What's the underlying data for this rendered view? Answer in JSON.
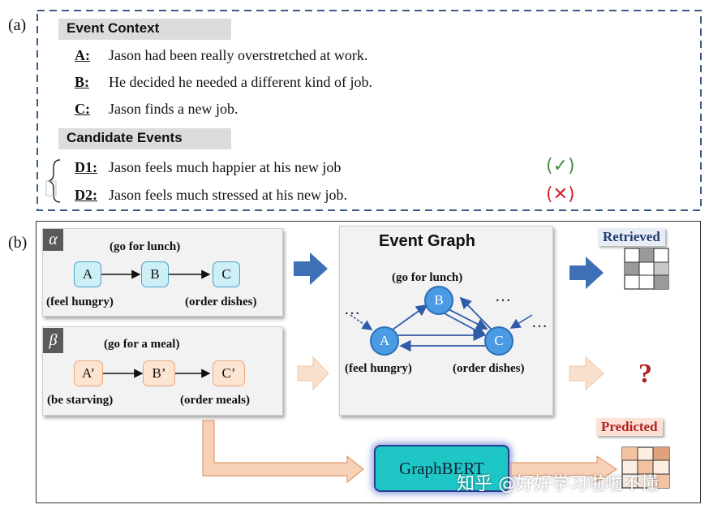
{
  "panel_a": {
    "label": "(a)",
    "context_header": "Event Context",
    "context": [
      {
        "id": "A:",
        "text": "Jason had been really overstretched at work."
      },
      {
        "id": "B:",
        "text": "He decided he needed a different kind of job."
      },
      {
        "id": "C:",
        "text": "Jason finds a new job."
      }
    ],
    "candidates_header": "Candidate Events",
    "candidates": [
      {
        "id": "D1:",
        "text": "Jason feels much happier at his new job",
        "mark": "(✓)"
      },
      {
        "id": "D2:",
        "text": "Jason feels much stressed at his new job.",
        "mark": "(✕)"
      }
    ]
  },
  "panel_b": {
    "label": "(b)",
    "alpha": {
      "symbol": "α",
      "nodes": [
        "A",
        "B",
        "C"
      ],
      "top_label": "(go for lunch)",
      "left_label": "(feel  hungry)",
      "right_label": "(order dishes)"
    },
    "beta": {
      "symbol": "β",
      "nodes": [
        "A’",
        "B’",
        "C’"
      ],
      "top_label": "(go for a meal)",
      "left_label": "(be starving)",
      "right_label": "(order  meals)"
    },
    "event_graph": {
      "title": "Event Graph",
      "nodes": [
        "A",
        "B",
        "C"
      ],
      "b_label": "(go for lunch)",
      "a_label": "(feel  hungry)",
      "c_label": "(order dishes)",
      "ellipsis": "…"
    },
    "retrieved_label": "Retrieved",
    "question_mark": "?",
    "predicted_label": "Predicted",
    "model_label": "GraphBERT"
  },
  "watermark": "知乎 @好好学习啦啦不懂",
  "colors": {
    "dashed_border": "#3b5b86",
    "blue_node_fill": "#cdeff6",
    "blue_node_stroke": "#4aa0c8",
    "peach_node_fill": "#fde4d0",
    "peach_node_stroke": "#e8a77e",
    "graph_node": "#4a9be3",
    "arrow_blue": "#3f6fb5",
    "arrow_peach": "#f8d2b6",
    "retrieved": "#1f3b70",
    "predicted": "#b22222",
    "graphbert_fill": "#1fc6c6"
  }
}
